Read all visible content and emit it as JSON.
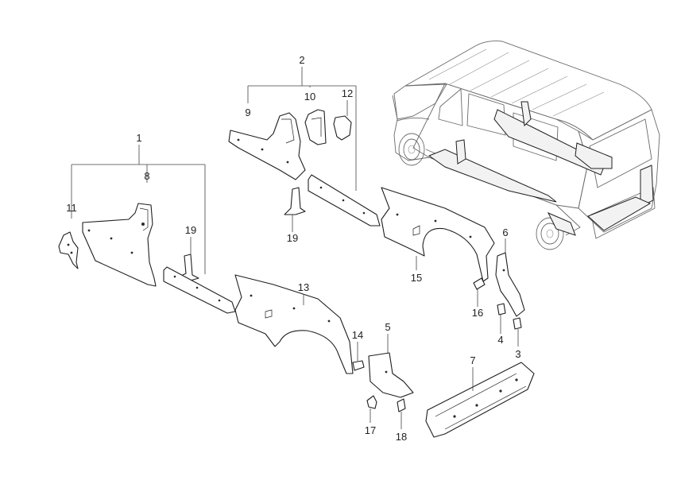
{
  "callouts": {
    "c1": "1",
    "c2": "2",
    "c3": "3",
    "c4": "4",
    "c5": "5",
    "c6": "6",
    "c7": "7",
    "c8": "8",
    "c9": "9",
    "c10": "10",
    "c11": "11",
    "c12": "12",
    "c13": "13",
    "c14": "14",
    "c15": "15",
    "c16": "16",
    "c17": "17",
    "c18": "18",
    "c19a": "19",
    "c19b": "19"
  },
  "colors": {
    "line": "#1f1f1f",
    "van_line": "#6a6a6a",
    "background": "#ffffff"
  }
}
